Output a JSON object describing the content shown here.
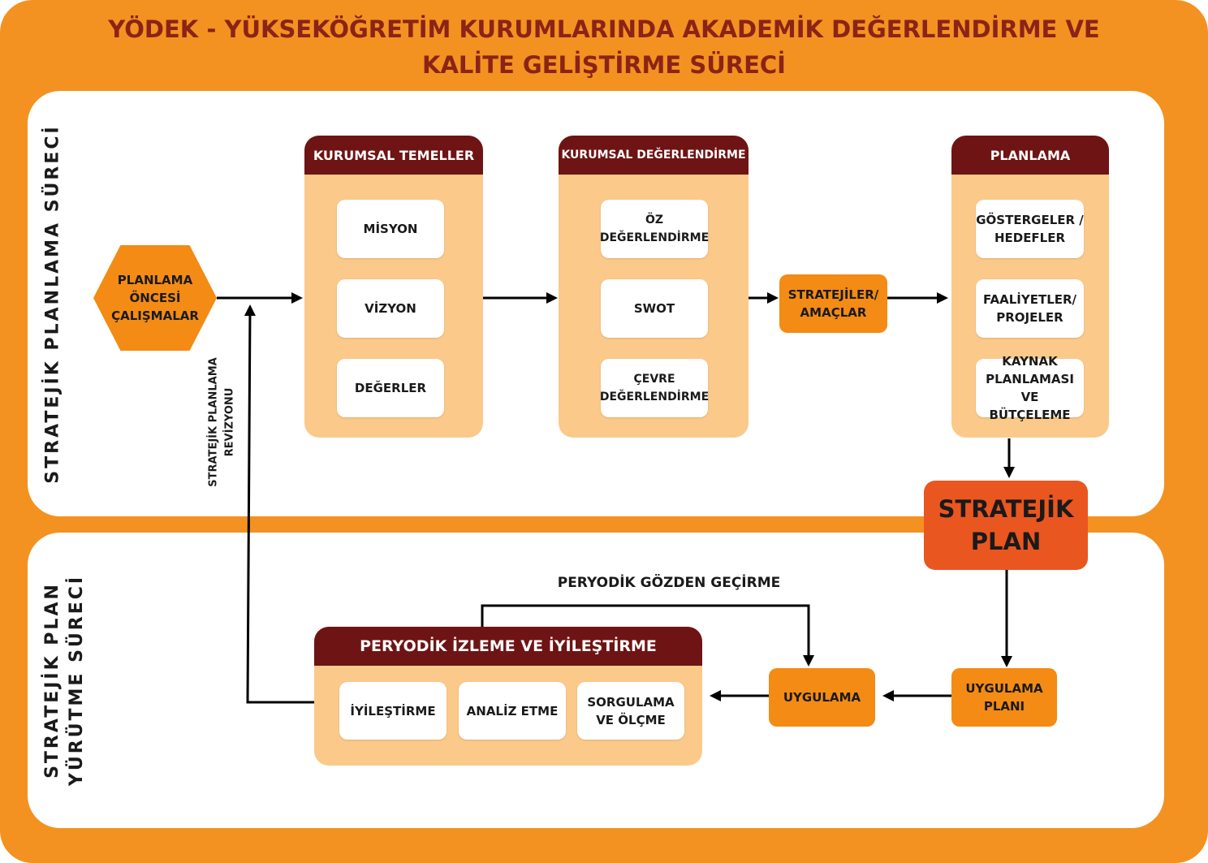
{
  "title": "YÖDEK - YÜKSEKÖĞRETİM KURUMLARINDA AKADEMİK DEĞERLENDİRME VE KALİTE GELİŞTİRME SÜRECİ",
  "sections": {
    "top_label": "STRATEJİK PLANLAMA SÜRECİ",
    "bottom_label_line1": "STRATEJİK PLAN",
    "bottom_label_line2": "YÜRÜTME SÜRECİ"
  },
  "planlama_oncesi": "PLANLAMA\nÖNCESİ\nÇALIŞMALAR",
  "revizyon_label_line1": "STRATEJİK PLANLAMA",
  "revizyon_label_line2": "REVİZYONU",
  "kurumsal_temeller": {
    "title": "KURUMSAL TEMELLER",
    "items": [
      "MİSYON",
      "VİZYON",
      "DEĞERLER"
    ]
  },
  "kurumsal_degerlendirme": {
    "title": "KURUMSAL DEĞERLENDİRME",
    "items": [
      "ÖZ\nDEĞERLENDİRME",
      "SWOT",
      "ÇEVRE\nDEĞERLENDİRME"
    ]
  },
  "stratejiler": "STRATEJİLER/\nAMAÇLAR",
  "planlama": {
    "title": "PLANLAMA",
    "items": [
      "GÖSTERGELER /\nHEDEFLER",
      "FAALİYETLER/\nPROJELER",
      "KAYNAK\nPLANLAMASI VE\nBÜTÇELEME"
    ]
  },
  "stratejik_plan": "STRATEJİK\nPLAN",
  "uygulama_plani": "UYGULAMA\nPLANI",
  "uygulama": "UYGULAMA",
  "periyodik_gozden": "PERYODİK GÖZDEN GEÇİRME",
  "periyodik_izleme": {
    "title": "PERYODİK İZLEME VE İYİLEŞTİRME",
    "items": [
      "İYİLEŞTİRME",
      "ANALİZ ETME",
      "SORGULAMA\nVE ÖLÇME"
    ]
  },
  "colors": {
    "frame": "#f39220",
    "title_text": "#8b2318",
    "card_header": "#6e1414",
    "card_body": "#fbc98a",
    "orange_box": "#f38b14",
    "strategic_plan": "#ea5620"
  }
}
